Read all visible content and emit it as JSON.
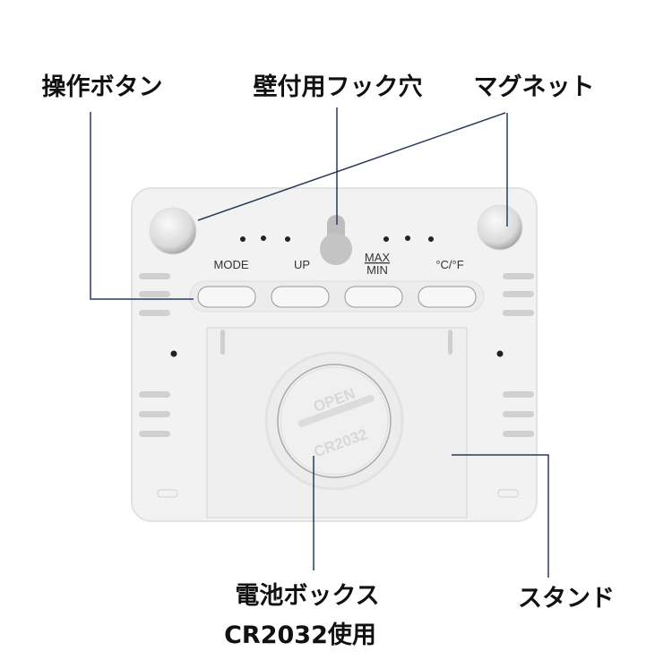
{
  "callouts": {
    "buttons": "操作ボタン",
    "hook_hole": "壁付用フック穴",
    "magnet": "マグネット",
    "battery_box": "電池ボックス",
    "battery_type": "CR2032使用",
    "stand": "スタンド"
  },
  "device": {
    "button_labels": {
      "mode": "MODE",
      "up": "UP",
      "max": "MAX",
      "min": "MIN",
      "unit": "°C/°F"
    },
    "battery_cap": {
      "open": "OPEN",
      "model": "CR2032"
    }
  },
  "colors": {
    "leader_line": "#2b3a5c",
    "body": "#f1f1f1"
  }
}
